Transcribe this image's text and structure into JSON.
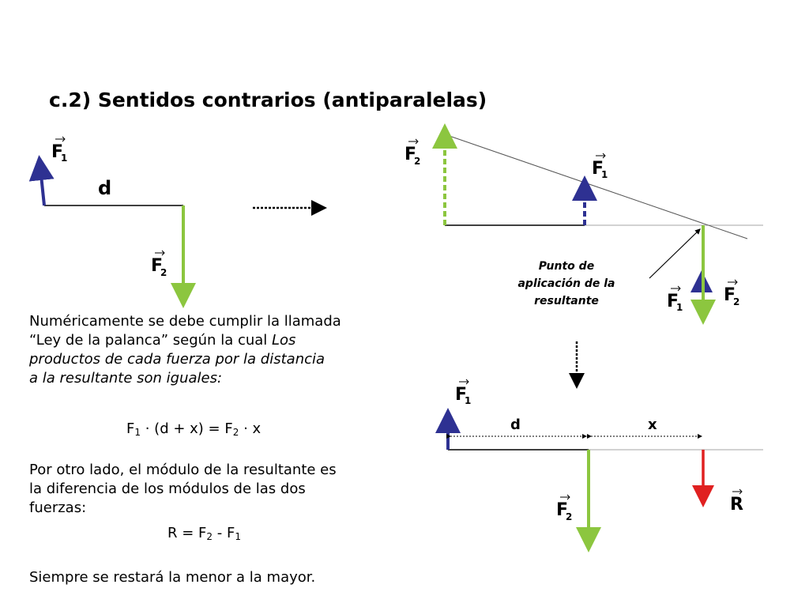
{
  "title": "c.2) Sentidos contrarios (antiparalelas)",
  "labels": {
    "force": "F",
    "sub_1": "1",
    "sub_2": "2",
    "distance": "d",
    "x": "x",
    "resultant": "R"
  },
  "caption": {
    "line1": "Punto de",
    "line2": "aplicación de la",
    "line3": "resultante"
  },
  "text": {
    "p1_l1": "Numéricamente se debe cumplir la llamada",
    "p1_l2a": "“Ley de la palanca” según la cual ",
    "p1_l2b": "Los",
    "p1_l3": "productos de cada fuerza por la distancia",
    "p1_l4": "a la resultante son iguales:",
    "eq1_a": "F",
    "eq1_b": "1",
    "eq1_c": " · (d + x) = F",
    "eq1_d": "2",
    "eq1_e": " · x",
    "p2_l1": "Por otro lado, el módulo de la resultante es",
    "p2_l2": "la diferencia de los módulos de las dos",
    "p2_l3": "fuerzas:",
    "eq2_a": "R = F",
    "eq2_b": "2",
    "eq2_c": " - F",
    "eq2_d": "1",
    "p3": "Siempre se restará la menor a la mayor."
  },
  "colors": {
    "f1": "#2e3192",
    "f2": "#8cc63f",
    "r": "#e02020",
    "line": "#000000",
    "thin": "#888888"
  }
}
